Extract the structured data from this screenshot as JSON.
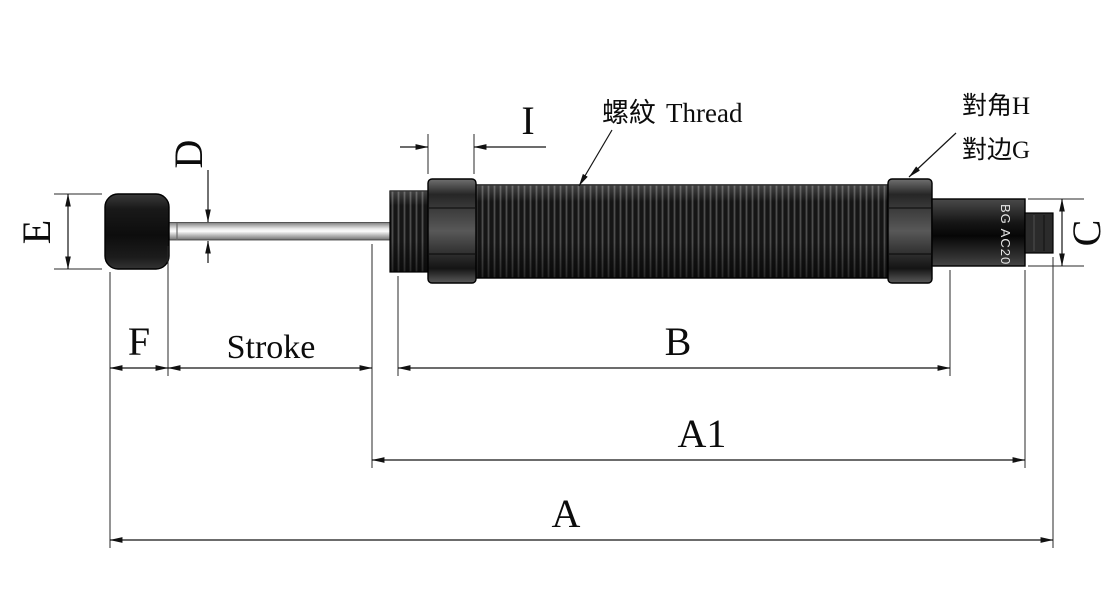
{
  "drawing": {
    "dimensions": {
      "E": "E",
      "D": "D",
      "I": "I",
      "C": "C",
      "F": "F",
      "stroke": "Stroke",
      "B": "B",
      "A1": "A1",
      "A": "A"
    },
    "annotations": {
      "thread_cn": "螺紋",
      "thread_en": "Thread",
      "hex_diagonal": "對角H",
      "hex_across_flats": "對边G"
    },
    "body_marking": "BG AC20",
    "colors": {
      "line": "#141414",
      "body_dark": "#141414",
      "thread_ridge": "#4d4d4d",
      "rod_highlight": "#fdfdfd"
    }
  }
}
